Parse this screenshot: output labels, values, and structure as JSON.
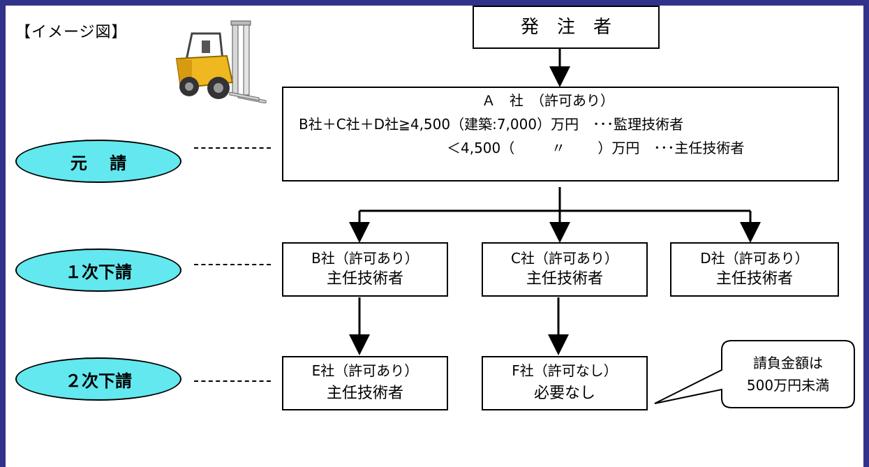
{
  "title": "【イメージ図】",
  "forklift_icon": "forklift-icon",
  "client": {
    "label": "発　注　者"
  },
  "prime": {
    "line1": "Ａ　社　（許可あり）",
    "line2": "B社＋C社＋D社≧4,500（建築:7,000）万円　･･･監理技術者",
    "line3": "＜4,500（　　  〃　　 ）万円　･･･主任技術者"
  },
  "levels": {
    "prime": "元　 請",
    "first": "１次下請",
    "second": "２次下請"
  },
  "first_subs": [
    {
      "name": "B社（許可あり）",
      "role": "主任技術者"
    },
    {
      "name": "C社（許可あり）",
      "role": "主任技術者"
    },
    {
      "name": "D社（許可あり）",
      "role": "主任技術者"
    }
  ],
  "second_subs": [
    {
      "name": "E社（許可あり）",
      "role": "主任技術者"
    },
    {
      "name": "F社（許可なし）",
      "role": "必要なし"
    }
  ],
  "callout": {
    "line1": "請負金額は",
    "line2": "500万円未満"
  },
  "colors": {
    "frame": "#32328c",
    "oval": "#62e8ee"
  }
}
